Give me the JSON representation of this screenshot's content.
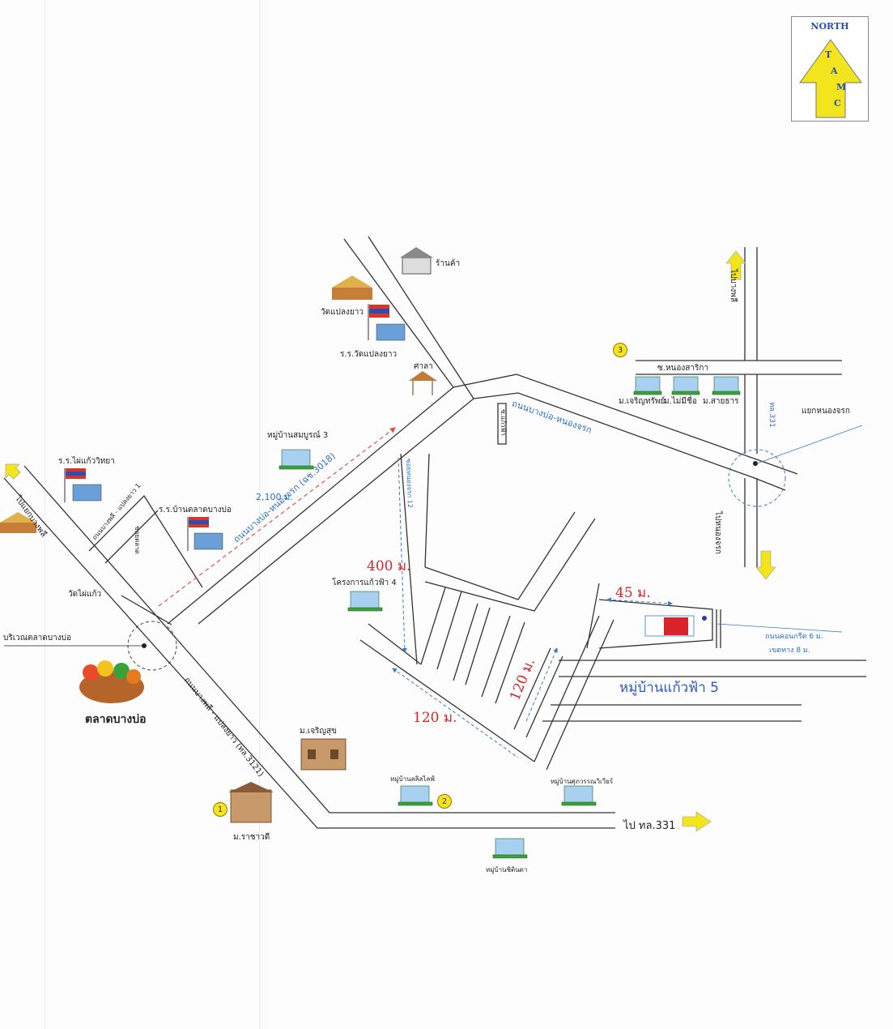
{
  "compass": {
    "label": "NORTH",
    "letters": [
      "T",
      "A",
      "M",
      "C"
    ]
  },
  "places": {
    "shop": "ร้านค้า",
    "wat_plaeng_yao": "วัดแปลงยาว",
    "school_wat_plaeng_yao": "ร.ร.วัดแปลงยาว",
    "sala": "ศาลา",
    "village_lamrung": "หมู่บ้านสมบูรณ์ 3",
    "school_phai_kaeo": "ร.ร.ไผ่แก้ววิทยา",
    "school_ban_talat": "ร.ร.บ้านตลาดบางบ่อ",
    "wat_phai_kaeo": "วัดไผ่แก้ว",
    "market_area": "บริเวณตลาดบางบ่อ",
    "market": "ตลาดบางบ่อ",
    "project_kaeo_fa_4": "โครงการแก้วฟ้า 4",
    "village_kaeo_fa_5": "หมู่บ้านแก้วฟ้า 5",
    "mb_charoensuk": "ม.เจริญสุข",
    "mb_rachawadi": "ม.ราชาวดี",
    "village_lasin": "หมู่บ้านลลิลไลฟ์",
    "village_supphawan": "หมู่บ้านศุภวรรณวิเวียร์",
    "village_chittinda": "หมู่บ้านชิตินดา",
    "mb_charoensap": "ม.เจริญทรัพย์",
    "mb_maimi": "ม.ไม่มีชื่อ",
    "mb_saichai": "ม.สายธาร",
    "soi_nong_sarika": "ซ.หนองสาริกา",
    "junction_nong_chok": "แยกหนองจรก",
    "to_nong_chok": "ไปหนองจรก",
    "to_bang_pla": "ไปบางพลี",
    "to_bang_phli_junction": "ไปแยกบางพลี",
    "to_331": "ไป ทล.331"
  },
  "roads": {
    "bangbo_nongchok": "ถนนบางบ่อ-หนองจรก (ฉช.3018)",
    "bangbo_nongchok_short": "ถนนบางบ่อ-หนองจรก",
    "bangphli_plaengyao": "ถนนบางพลี - แปลงยาว (ทล.3121)",
    "local_road": "ถนนบางพลี - แปลงยาว 1",
    "soi_road": "ซอยตลาด",
    "concrete_note": "ถนนคอนกรีต 6 ม.",
    "shoulder_note": "เขตทาง 8 ม.",
    "road_331": "ทล.331",
    "soi_kaeo_fa": "ซ.แก้วฟ้า",
    "soi_kaeo_fa_12": "ซอยหนองจรก 12"
  },
  "distances": {
    "d2100": "2,100 ม.",
    "d400": "400 ม.",
    "d45": "45 ม.",
    "d120a": "120 ม.",
    "d120b": "120 ม."
  },
  "markers": [
    "1",
    "2",
    "3"
  ],
  "colors": {
    "road_line": "#333333",
    "route_red": "#e05050",
    "route_blue": "#3a7cc8",
    "distance_red": "#d3262d",
    "arrow_yellow": "#f2e51e",
    "plot_red": "#d9232a"
  },
  "icons": [
    "temple-icon",
    "flag-school-icon",
    "house-icon",
    "market-basket-icon",
    "shop-icon",
    "sala-icon"
  ]
}
